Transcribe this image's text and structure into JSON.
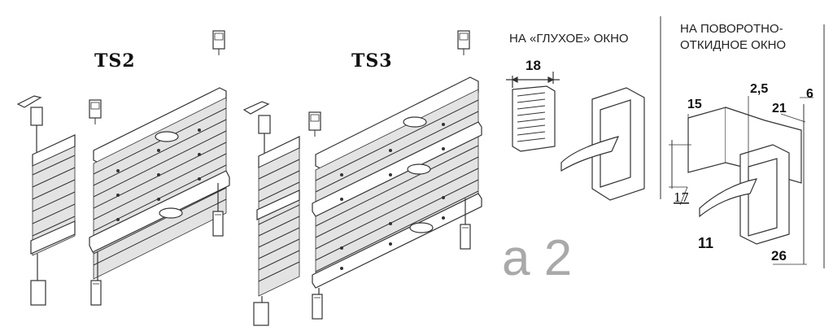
{
  "models": {
    "ts2": "TS2",
    "ts3": "TS3"
  },
  "captions": {
    "fixed_window": "НА «ГЛУХОЕ» ОКНО",
    "tilt_turn_line1": "НА ПОВОРОТНО-",
    "tilt_turn_line2": "ОТКИДНОЕ ОКНО"
  },
  "dimensions": {
    "d18": "18",
    "d15": "15",
    "d2_5": "2,5",
    "d21": "21",
    "d6": "6",
    "d17": "17",
    "d11": "11",
    "d26": "26"
  },
  "overlay_text": "a 2",
  "colors": {
    "line": "#333333",
    "fabric": "#e3e3e3",
    "overlay": "#a9a9a9"
  }
}
